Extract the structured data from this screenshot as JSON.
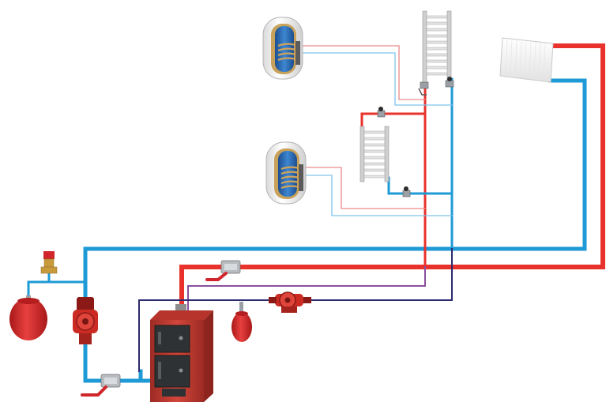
{
  "diagram": {
    "description_text": "",
    "colors": {
      "supply": "#e8322b",
      "return": "#1e9ad6",
      "thin_supply": "#e98a8a",
      "thin_return": "#7fc4ea",
      "circuit_dark": "#2b2a6e",
      "circuit_purple": "#8a4f9e",
      "boiler_body": "#c2392f",
      "boiler_door": "#2f3234",
      "vessel_red": "#d62a2a",
      "pump_red": "#cc2b24",
      "radiator": "#f2f2f2",
      "towel_rail": "#d6d6d6",
      "tank_shell": "#f4f4f4",
      "tank_inner": "#2f6fb6",
      "tank_copper": "#c8a15a"
    },
    "components": [
      {
        "id": "boiler",
        "icon": "solid-fuel-boiler-icon"
      },
      {
        "id": "pump-primary",
        "icon": "circulation-pump-icon"
      },
      {
        "id": "pump-secondary",
        "icon": "circulation-pump-icon"
      },
      {
        "id": "expansion-vessel-left",
        "icon": "expansion-vessel-icon"
      },
      {
        "id": "expansion-vessel-mid",
        "icon": "expansion-vessel-icon"
      },
      {
        "id": "safety-valve",
        "icon": "safety-valve-icon"
      },
      {
        "id": "mixing-valve-bottom",
        "icon": "ball-valve-icon"
      },
      {
        "id": "mixing-valve-top",
        "icon": "ball-valve-icon"
      },
      {
        "id": "water-heater-top",
        "icon": "indirect-water-heater-icon"
      },
      {
        "id": "water-heater-bottom",
        "icon": "indirect-water-heater-icon"
      },
      {
        "id": "towel-rail-top",
        "icon": "towel-rail-icon"
      },
      {
        "id": "towel-rail-mid",
        "icon": "towel-rail-icon"
      },
      {
        "id": "panel-radiator",
        "icon": "panel-radiator-icon"
      }
    ]
  }
}
